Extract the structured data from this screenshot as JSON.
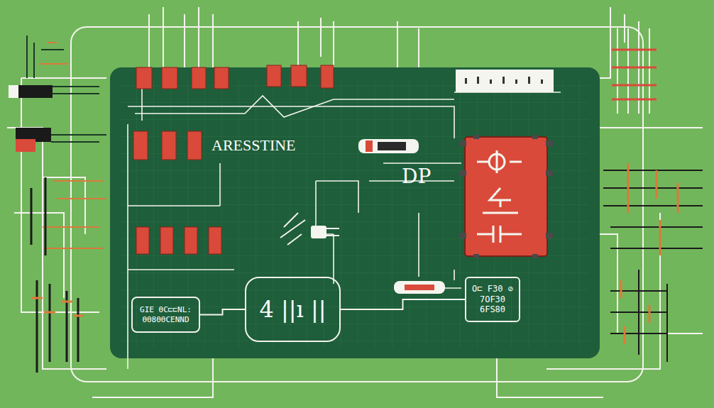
{
  "diagram": {
    "nodes": [
      {
        "text": [
          "GIE ΘC⊏⊏NL:",
          "ΘΘ8ΘΘCΕΝΝD"
        ]
      },
      {
        "text": [
          "4 ||ı ||"
        ]
      },
      {
        "text": [
          "O⊏ F30 ⊘",
          "7OF30",
          "6FS80"
        ]
      }
    ],
    "edges": [
      {
        "from": 0,
        "to": 1,
        "arrow": "none"
      },
      {
        "from": 1,
        "to": 2,
        "arrow": "none"
      }
    ],
    "labels": [
      "ARESSTINE",
      "DP"
    ]
  }
}
